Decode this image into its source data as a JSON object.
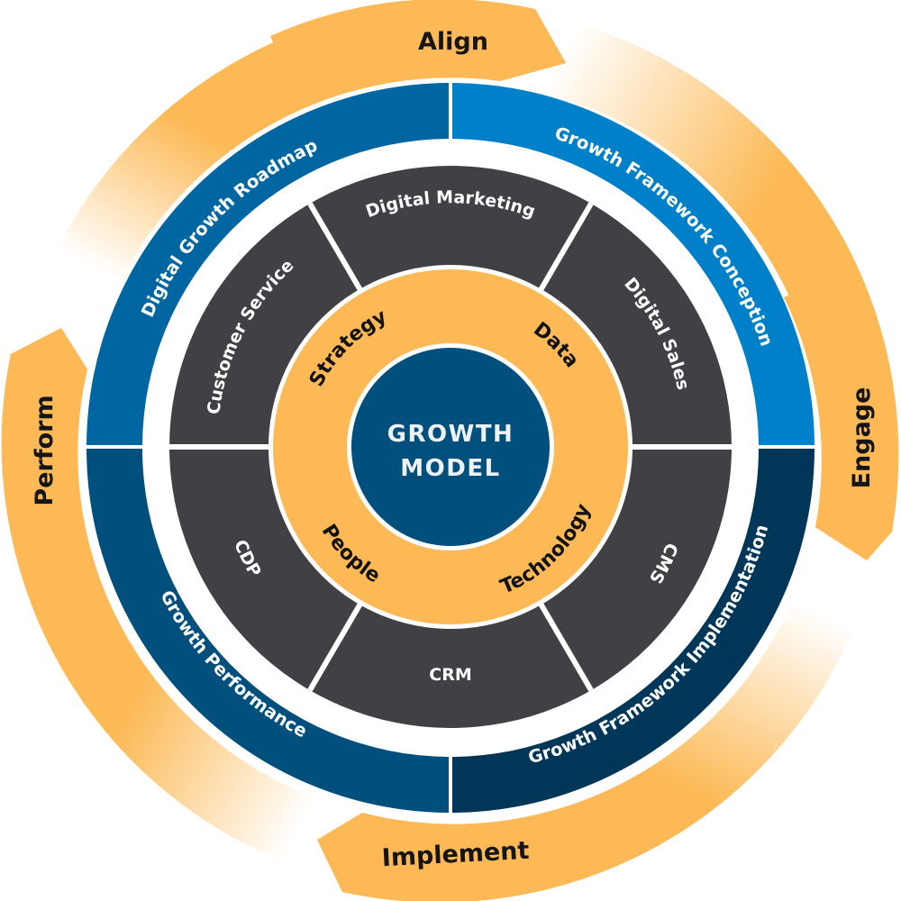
{
  "center": {
    "line1": "GROWTH",
    "line2": "MODEL",
    "color": "#004f7d"
  },
  "pillars": {
    "color": "#fcb955",
    "items": [
      {
        "label": "Strategy"
      },
      {
        "label": "Data"
      },
      {
        "label": "Technology"
      },
      {
        "label": "People"
      }
    ]
  },
  "capabilities": {
    "color": "#414045",
    "items": [
      {
        "label": "Digital Marketing"
      },
      {
        "label": "Digital Sales"
      },
      {
        "label": "CMS"
      },
      {
        "label": "CRM"
      },
      {
        "label": "CDP"
      },
      {
        "label": "Customer Service"
      }
    ]
  },
  "phases": [
    {
      "label": "Digital Growth Roadmap",
      "color": "#0066a1"
    },
    {
      "label": "Growth Framework Conception",
      "color": "#0080c8"
    },
    {
      "label": "Growth Framework Implementation",
      "color": "#003657"
    },
    {
      "label": "Growth Performance",
      "color": "#004f7d"
    }
  ],
  "cycle": {
    "color": "#fcb955",
    "steps": [
      {
        "label": "Align"
      },
      {
        "label": "Engage"
      },
      {
        "label": "Implement"
      },
      {
        "label": "Perform"
      }
    ]
  }
}
